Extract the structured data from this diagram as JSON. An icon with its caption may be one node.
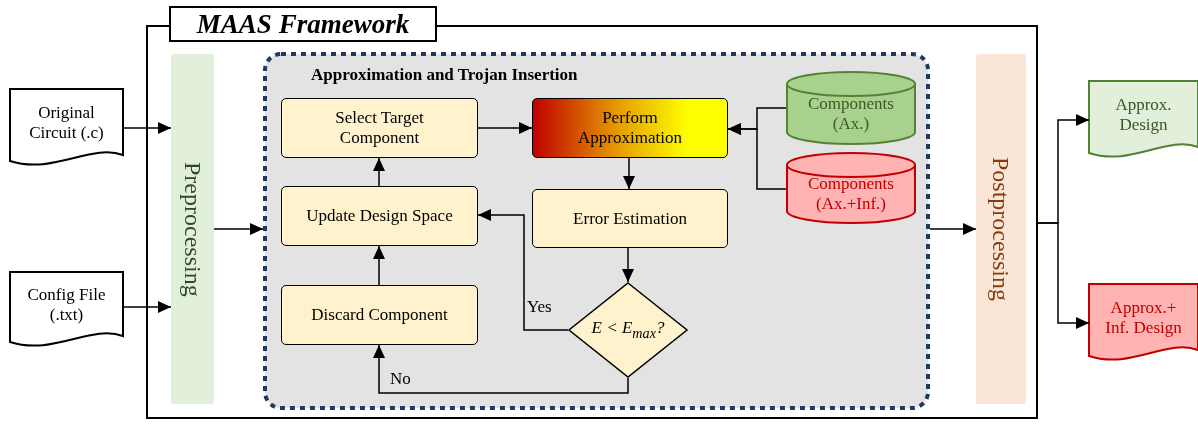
{
  "diagram": {
    "nodes": [
      {
        "text": [
          "MAAS Framework"
        ]
      },
      {
        "text": [
          "Original Circuit (.c)"
        ]
      },
      {
        "text": [
          "Config File (.txt)"
        ]
      },
      {
        "text": [
          "Preprocessing"
        ],
        "in": 0
      },
      {
        "text": [
          "Approximation and Trojan Insertion"
        ],
        "in": 0
      },
      {
        "text": [
          "Select Target Component"
        ],
        "in": 4
      },
      {
        "text": [
          "Perform Approximation"
        ],
        "in": 4
      },
      {
        "text": [
          "Components (Ax.)"
        ],
        "in": 4
      },
      {
        "text": [
          "Components (Ax.+Inf.)"
        ],
        "in": 4
      },
      {
        "text": [
          "Update Design Space"
        ],
        "in": 4
      },
      {
        "text": [
          "Error Estimation"
        ],
        "in": 4
      },
      {
        "text": [
          "Discard Component"
        ],
        "in": 4
      },
      {
        "text": [
          "E < E$_{max}$?"
        ],
        "in": 4
      },
      {
        "text": [
          "Postprocessing"
        ],
        "in": 0
      },
      {
        "text": [
          "Approx. Design"
        ]
      },
      {
        "text": [
          "Approx.+ Inf. Design"
        ]
      }
    ],
    "edges": [
      {
        "from": 1,
        "to": 3,
        "arrow": "to"
      },
      {
        "from": 2,
        "to": 3,
        "arrow": "to"
      },
      {
        "from": 3,
        "to": 4,
        "arrow": "to"
      },
      {
        "from": 5,
        "to": 6,
        "arrow": "to"
      },
      {
        "from": 7,
        "to": 6,
        "arrow": "to"
      },
      {
        "from": 8,
        "to": 6,
        "arrow": "to"
      },
      {
        "from": 6,
        "to": 10,
        "arrow": "to"
      },
      {
        "from": 10,
        "to": 12,
        "arrow": "to"
      },
      {
        "from": 12,
        "to": 9,
        "label": "Yes",
        "arrow": "to"
      },
      {
        "from": 12,
        "to": 11,
        "label": "No",
        "arrow": "to"
      },
      {
        "from": 11,
        "to": 9,
        "arrow": "to"
      },
      {
        "from": 9,
        "to": 5,
        "arrow": "to"
      },
      {
        "from": 4,
        "to": 13,
        "arrow": "to"
      },
      {
        "from": 0,
        "to": 14,
        "arrow": "to"
      },
      {
        "from": 0,
        "to": 15,
        "arrow": "to"
      }
    ]
  }
}
